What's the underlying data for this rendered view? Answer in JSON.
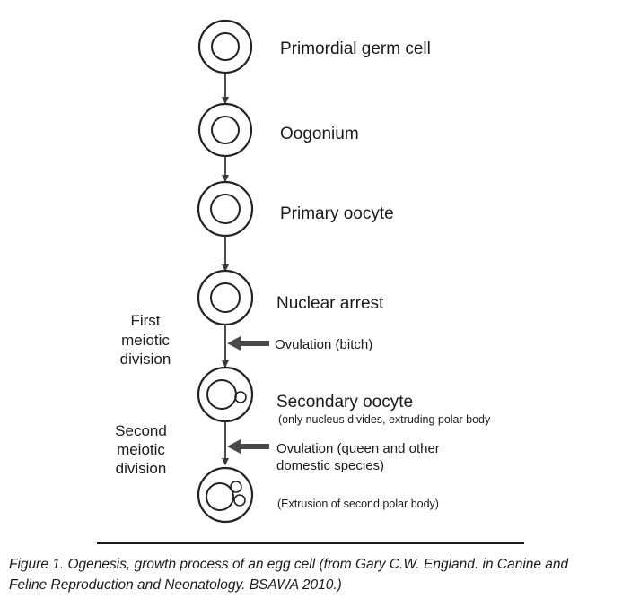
{
  "stages": [
    {
      "label": "Primordial germ cell"
    },
    {
      "label": "Oogonium"
    },
    {
      "label": "Primary oocyte"
    },
    {
      "label": "Nuclear arrest"
    },
    {
      "label": "Secondary oocyte",
      "note": "(only nucleus divides, extruding polar body"
    },
    {
      "label": "",
      "note": "(Extrusion of second polar body)"
    }
  ],
  "divisions": {
    "first": [
      "First",
      "meiotic",
      "division"
    ],
    "second": [
      "Second",
      "meiotic",
      "division"
    ]
  },
  "ovulation": {
    "bitch": [
      "Ovulation (bitch)"
    ],
    "queen": [
      "Ovulation (queen and other",
      "domestic species)"
    ]
  },
  "caption": {
    "line1": "Figure 1. Ogenesis, growth process of an egg cell (from Gary C.W. England. in Canine and",
    "line2": "Feline Reproduction and Neonatology. BSAWA 2010.)"
  }
}
